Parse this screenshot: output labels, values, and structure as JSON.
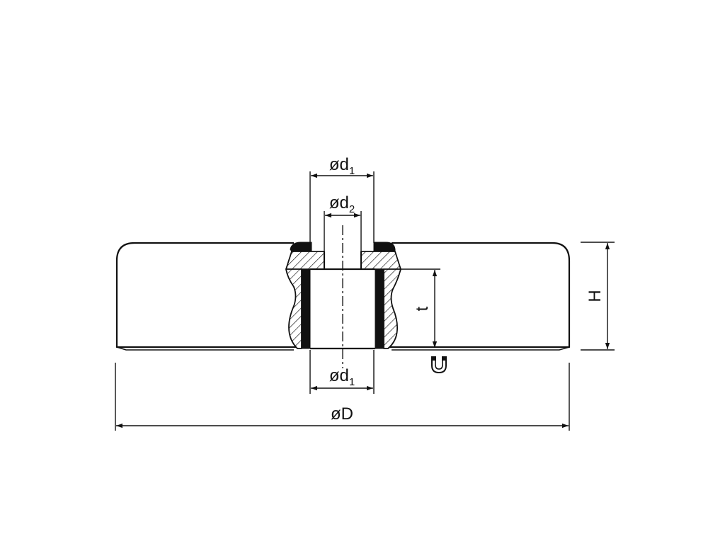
{
  "labels": {
    "d1_top": {
      "main": "ød",
      "sub": "1"
    },
    "d2": {
      "main": "ød",
      "sub": "2"
    },
    "d1_bottom": {
      "main": "ød",
      "sub": "1"
    },
    "D": "øD",
    "H": "H",
    "t": "t"
  },
  "colors": {
    "line": "#111111",
    "background": "#ffffff"
  },
  "icons": {
    "magnet": "horseshoe-magnet-icon"
  }
}
